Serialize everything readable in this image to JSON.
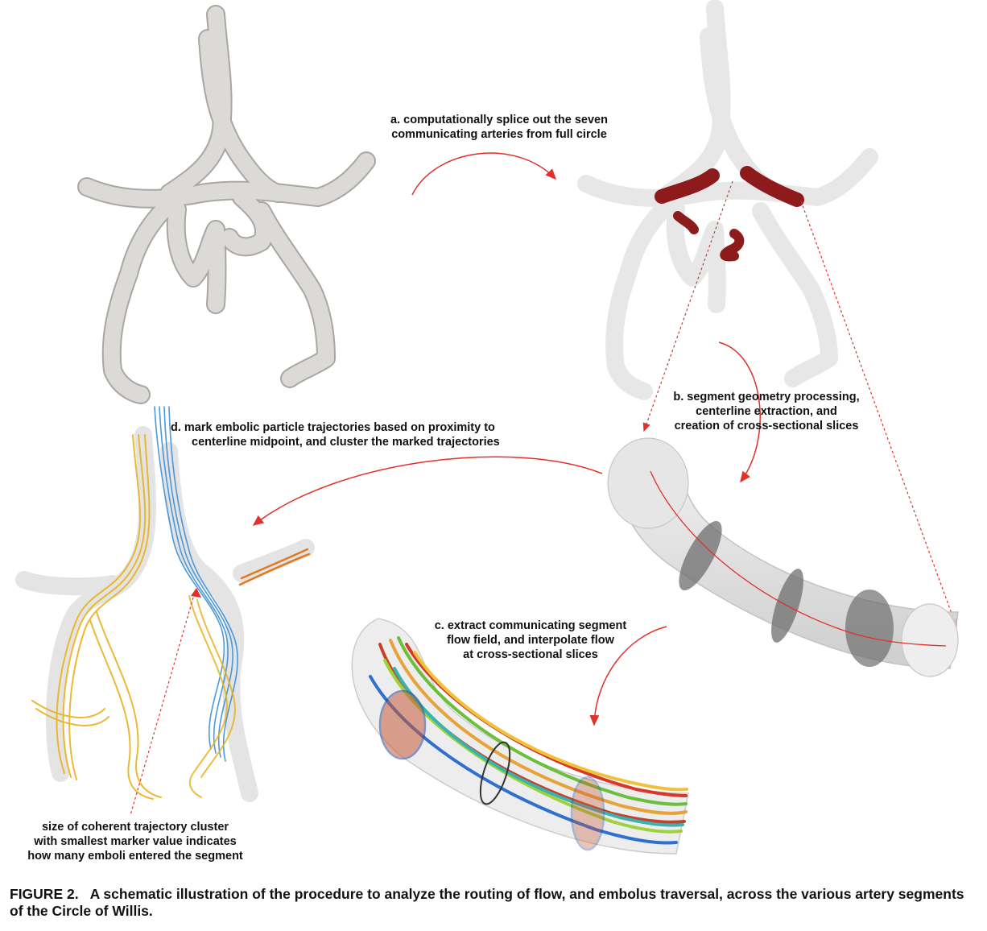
{
  "labels": {
    "a": [
      "a. computationally splice out the seven",
      "communicating arteries from full circle"
    ],
    "b": [
      "b. segment geometry processing,",
      "centerline extraction, and",
      "creation of cross-sectional slices"
    ],
    "c": [
      "c. extract communicating segment",
      "flow field, and interpolate flow",
      "at cross-sectional slices"
    ],
    "d": [
      "d. mark embolic particle trajectories based on proximity to",
      "centerline midpoint, and cluster the marked trajectories"
    ],
    "note": [
      "size of coherent trajectory cluster",
      "with smallest marker value indicates",
      "how many emboli entered the segment"
    ]
  },
  "caption": {
    "figure": "FIGURE 2.",
    "text": "A schematic illustration of the procedure to analyze the routing of flow, and embolus traversal, across the various artery segments of the Circle of Willis."
  },
  "colors": {
    "vessel": "#dcdad6",
    "vessel_edge": "#a9a7a3",
    "segment_red": "#8e1b1b",
    "arrow": "#e0312b",
    "trajectory_yellow": "#e8b320",
    "trajectory_blue": "#3a8fd6"
  }
}
